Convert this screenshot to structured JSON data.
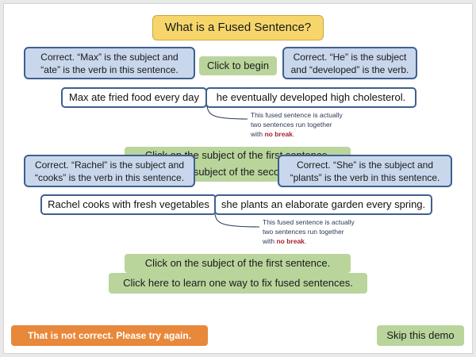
{
  "title": "What is a Fused Sentence?",
  "begin_button": "Click to begin",
  "example1": {
    "part1": "Max ate fried food every day",
    "part2": "he eventually developed high cholesterol.",
    "feedback_left": [
      "Correct.  “Max” is the subject and",
      "“ate” is the verb in this sentence."
    ],
    "feedback_right": [
      "Correct.  “He” is the subject",
      "and “developed” is the verb."
    ],
    "note": [
      "This fused sentence is actually",
      "two sentences run together",
      "with "
    ],
    "note_emph": "no break",
    "note_end": "."
  },
  "example2": {
    "hidden_prompt_a": "Click on the subject of the first sentence.",
    "hidden_prompt_b": "Click on the subject of the second sentence:",
    "part1": "Rachel cooks with fresh vegetables",
    "part2": "she plants an elaborate garden every spring.",
    "feedback_left": [
      "Correct.  “Rachel” is the subject and",
      "“cooks” is the verb in this sentence."
    ],
    "feedback_right": [
      "Correct.  “She” is the subject and",
      "“plants” is the verb in this sentence."
    ],
    "note": [
      "This fused sentence is actually",
      "two sentences run together",
      "with "
    ],
    "note_emph": "no break",
    "note_end": "."
  },
  "subject_prompt": "Click on the subject of the first sentence.",
  "learn_button": "Click here to learn one way to fix fused sentences.",
  "error_message": "That is not correct. Please try again.",
  "skip_button": "Skip this demo",
  "colors": {
    "title_bg": "#f6d66b",
    "green_bg": "#b9d59c",
    "feedback_bg": "#c9d7ec",
    "border_blue": "#3f5f8f",
    "error_bg": "#e8883b",
    "emphasis": "#a3232f"
  }
}
